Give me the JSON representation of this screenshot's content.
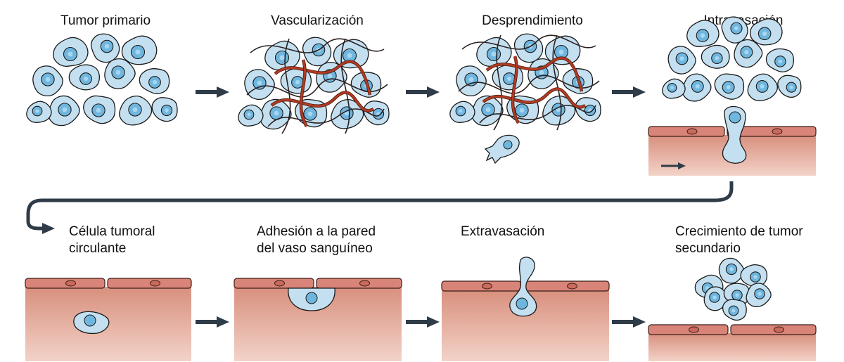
{
  "title": "",
  "colors": {
    "cell_fill": "#c4e0f0",
    "cell_stroke": "#1a1a1a",
    "nucleus": "#6fb6df",
    "vessel_fill": "#e3a392",
    "vessel_wall": "#d98478",
    "vessel_dot": "#c96a5c",
    "capillary_red": "#b23a22",
    "arrow": "#2f3c48"
  },
  "steps": [
    {
      "id": "primary-tumor",
      "label": "Tumor primario"
    },
    {
      "id": "vascularization",
      "label": "Vascularización"
    },
    {
      "id": "detachment",
      "label": "Desprendimiento"
    },
    {
      "id": "intravasation",
      "label": "Intravasación"
    },
    {
      "id": "circulating-cell",
      "label_lines": [
        "Célula tumoral",
        "circulante"
      ]
    },
    {
      "id": "adhesion",
      "label_lines": [
        "Adhesión a la pared",
        "del vaso sanguíneo"
      ]
    },
    {
      "id": "extravasation",
      "label": "Extravasación"
    },
    {
      "id": "secondary-growth",
      "label_lines": [
        "Crecimiento de tumor",
        "secundario"
      ]
    }
  ],
  "icons": {
    "flow_arrow": "right-arrow-icon",
    "connector": "curved-arrow-icon"
  }
}
